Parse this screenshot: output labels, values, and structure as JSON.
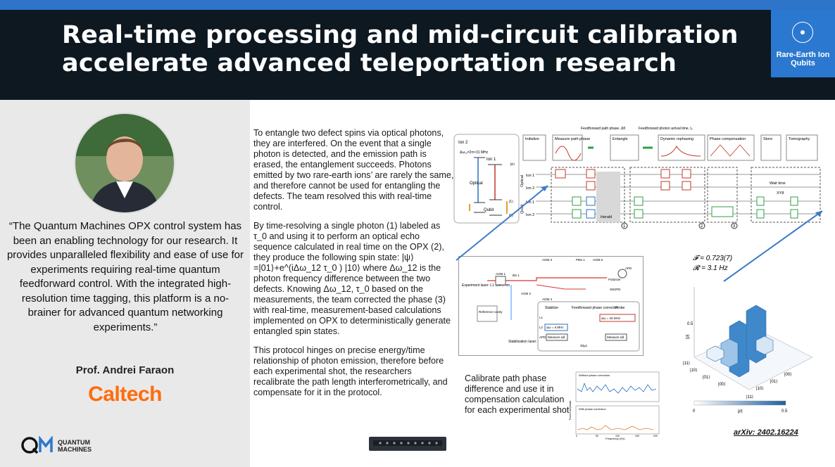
{
  "header": {
    "title": "Real-time processing and mid-circuit calibration accelerate advanced teleportation research",
    "badge_label": "Rare-Earth Ion Qubits"
  },
  "left": {
    "quote": "“The Quantum Machines OPX control system has been an enabling technology for our research. It provides unparalleled flexibility and ease of use for experiments requiring real-time quantum feedforward control. With the integrated high-resolution time tagging, this platform is a no-brainer for advanced quantum networking experiments.”",
    "person": "Prof. Andrei Faraon",
    "institution": "Caltech",
    "logo_line1": "QUANTUM",
    "logo_line2": "MACHINES"
  },
  "body": {
    "p1": "To entangle two defect spins via optical photons, they are interfered. On the event that a single photon is detected, and the emission path is erased, the entanglement succeeds. Photons emitted by two rare-earth ions’ are rarely the same, and therefore cannot be used for entangling the defects. The team resolved this with real-time control.",
    "p2": "By time-resolving a single photon (1) labeled as τ_0 and using it to perform an optical echo sequence calculated in real time on the OPX (2), they produce the following spin state: |ψ⟩=|01⟩+e^(iΔω_12 τ_0 ) |10⟩ where Δω_12 is the photon frequency difference between the two defects. Knowing Δω_12, τ_0 based on the measurements, the team corrected the phase (3) with real-time, measurement-based calculations implemented on OPX to deterministically generate entangled spin states.",
    "p3": "This protocol hinges on precise energy/time relationship of photon emission, therefore before each experimental shot, the researchers recalibrate the path length interferometrically, and compensate for it in the protocol."
  },
  "calibrate_caption": "Calibrate path phase difference and use it in compensation calculation for each experimental shot",
  "arxiv": "arXiv: 2402.16224",
  "fig_top": {
    "ion_box": {
      "ion2": "Ion 2",
      "ion1": "Ion 1",
      "delta": "Δω₁₂=2π×31 MHz",
      "optical": "Optical",
      "qubit": "Qubit",
      "e": "|e⟩",
      "one": "|1⟩",
      "zero": "|0⟩"
    },
    "steps": [
      "Initialize",
      "Measure path phase",
      "Entangle",
      "Dynamic rephasing",
      "Phase compensation",
      "Store",
      "Tomography"
    ],
    "top_notes": [
      "Feedforward path phase, Δθ",
      "Feedforward photon arrival time, t₀"
    ],
    "rows": [
      "Ion 1",
      "Ion 2",
      "Ion 1",
      "Ion 2"
    ],
    "groups": [
      "Optical",
      "Qubit"
    ],
    "labels": {
      "herald": "Herald",
      "wait": "Wait time",
      "xy8": "XY8",
      "markers": [
        "1",
        "2",
        "3"
      ]
    }
  },
  "fig_setup": {
    "laser1": "Experiment laser: L1 984.5 nm",
    "laser2": "Stabilization laser: L2 987.9 nm",
    "cavity": "Reference cavity",
    "aoms": [
      "AOM 1",
      "AOM 2",
      "AOM 3",
      "AOM 4",
      "AOM 6"
    ],
    "bs": "BS 1",
    "pbs": "PBS 1",
    "polarizer": "Polarizer",
    "apd": "APD",
    "snspd": "SNSPD",
    "timeline": {
      "stabilize": "Stabilize",
      "feedforward": "Feedforward phase correction",
      "probe": "Probe",
      "dw": "Δω = 26 MHz",
      "l1": "L1",
      "l2": "L2",
      "l2val": "Δω = 6 MHz",
      "apd": "APD",
      "measure1": "Measure Δθ",
      "measure2": "Measure Δθ",
      "dur": "30μs"
    }
  },
  "fig_fid": {
    "fidelity": "𝓕 = 0.723(7)",
    "rate": "𝓡 = 3.1 Hz",
    "zaxis": "|ρ|",
    "ztick": "0.5",
    "basis_left": [
      "|11⟩",
      "|10⟩",
      "|01⟩",
      "|00⟩"
    ],
    "basis_right": [
      "|11⟩",
      "|10⟩",
      "|01⟩",
      "|00⟩"
    ],
    "colorbar_min": "0",
    "colorbar_max": "0.5",
    "colorbar_label": "|ρ|"
  },
  "fig_spec": {
    "ylabel": "Fourier Amplitude",
    "xlabel": "Frequency (Hz)",
    "top_title": "Without phase correction",
    "bottom_title": "With phase correction",
    "xticks": [
      "0",
      "50",
      "100",
      "150",
      "200"
    ]
  }
}
